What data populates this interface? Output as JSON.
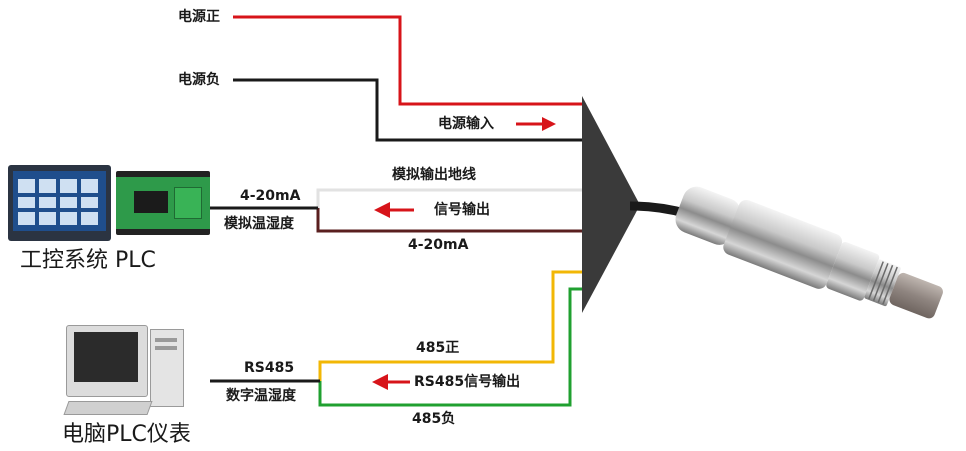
{
  "labels": {
    "power_pos": "电源正",
    "power_neg": "电源负",
    "power_input": "电源输入",
    "analog_ground": "模拟输出地线",
    "signal_output": "信号输出",
    "current_top": "4-20mA",
    "analog_temp_hum": "模拟温湿度",
    "current_bottom": "4-20mA",
    "plc_title": "工控系统 PLC",
    "rs485_pos": "485正",
    "rs485_signal_output": "RS485信号输出",
    "rs485_neg": "485负",
    "rs485": "RS485",
    "digital_temp_hum": "数字温湿度",
    "pc_title": "电脑PLC仪表"
  },
  "colors": {
    "power_pos_wire": "#d7141a",
    "power_neg_wire": "#1a1a1a",
    "analog_ground_wire": "#e6e6e6",
    "analog_signal_wire": "#5a1f1f",
    "rs485_pos_wire": "#f2b705",
    "rs485_neg_wire": "#20a030",
    "arrow": "#d7141a"
  },
  "icons": {
    "plc": "touchscreen-and-plc-board-icon",
    "pc": "desktop-computer-icon",
    "sensor": "temperature-humidity-probe-icon"
  }
}
